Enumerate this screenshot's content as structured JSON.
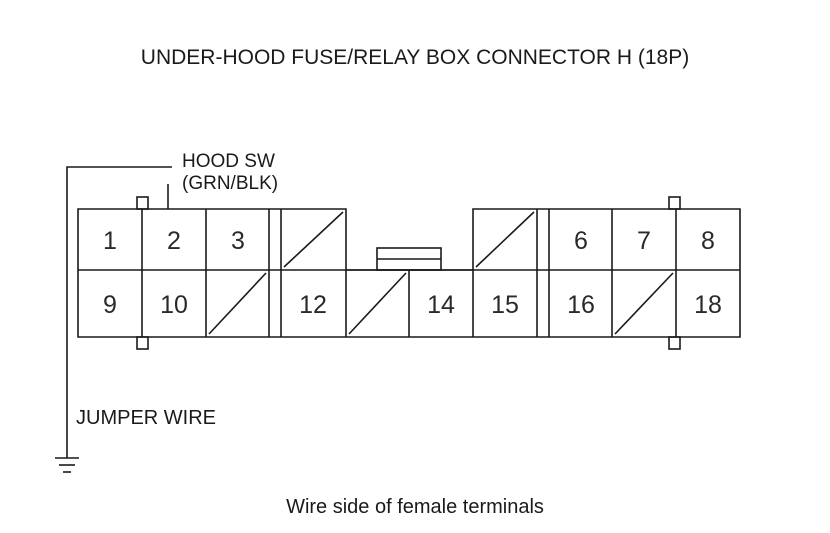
{
  "title": "UNDER-HOOD FUSE/RELAY BOX CONNECTOR H (18P)",
  "hood_sw": {
    "line1": "HOOD SW",
    "line2": "(GRN/BLK)"
  },
  "jumper_wire": "JUMPER WIRE",
  "caption": "Wire side of female terminals",
  "terminals": [
    "1",
    "2",
    "3",
    "6",
    "7",
    "8",
    "9",
    "10",
    "12",
    "14",
    "15",
    "16",
    "18"
  ]
}
